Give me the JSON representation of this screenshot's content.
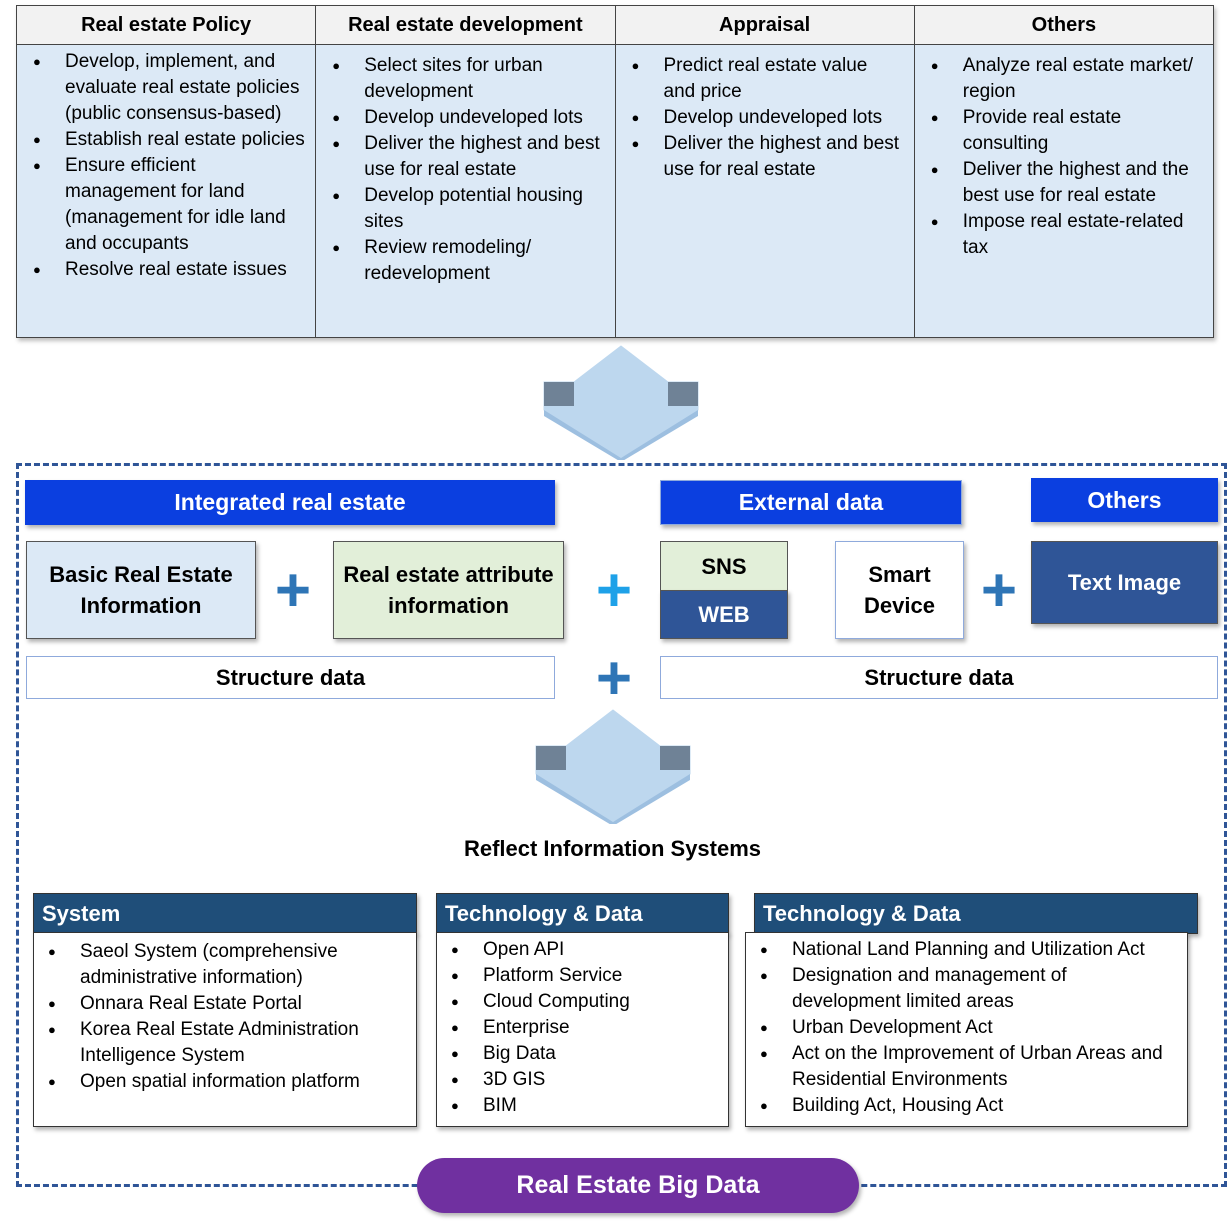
{
  "top_table": {
    "columns": [
      {
        "header": "Real estate Policy",
        "items": [
          "Develop, implement, and evaluate real estate policies (public consensus-based)",
          "Establish real estate policies",
          "Ensure efficient management for land (management for idle land and occupants",
          "Resolve real estate issues"
        ]
      },
      {
        "header": "Real estate development",
        "items": [
          "Select sites for urban development",
          "Develop undeveloped lots",
          "Deliver the highest and best use for real estate",
          "Develop potential housing sites",
          "Review remodeling/ redevelopment"
        ]
      },
      {
        "header": "Appraisal",
        "items": [
          "Predict real estate value and price",
          "Develop undeveloped lots",
          "Deliver the highest and best use for real estate"
        ]
      },
      {
        "header": "Others",
        "items": [
          "Analyze real estate market/ region",
          "Provide real estate consulting",
          "Deliver the highest and the best use for real estate",
          "Impose real estate-related tax"
        ]
      }
    ]
  },
  "sources": {
    "integrated_header": "Integrated real estate",
    "external_header": "External data",
    "others_header": "Others",
    "basic_info": "Basic Real Estate Information",
    "attribute_info": "Real estate attribute information",
    "sns": "SNS",
    "web": "WEB",
    "smart_device": "Smart Device",
    "text_image": "Text Image",
    "structure_left": "Structure data",
    "structure_right": "Structure data"
  },
  "reflect_label": "Reflect Information Systems",
  "systems": [
    {
      "header": "System",
      "items": [
        "Saeol System (comprehensive administrative information)",
        "Onnara Real Estate Portal",
        "Korea Real Estate Administration Intelligence System",
        "Open spatial information platform"
      ]
    },
    {
      "header": "Technology & Data",
      "items": [
        "Open API",
        "Platform Service",
        "Cloud Computing",
        "Enterprise",
        "Big Data",
        "3D GIS",
        "BIM"
      ]
    },
    {
      "header": "Technology & Data",
      "items": [
        "National Land Planning and Utilization Act",
        "Designation and management of development limited areas",
        "Urban Development Act",
        "Act on the Improvement of Urban Areas and Residential Environments",
        "Building Act, Housing Act"
      ]
    }
  ],
  "footer_pill": "Real Estate Big Data",
  "colors": {
    "accent_blue": "#0b3fe0",
    "navy": "#1f4e79",
    "purple": "#7030a0",
    "plus": "#2e75b6",
    "plus_light": "#1ea1e8"
  }
}
